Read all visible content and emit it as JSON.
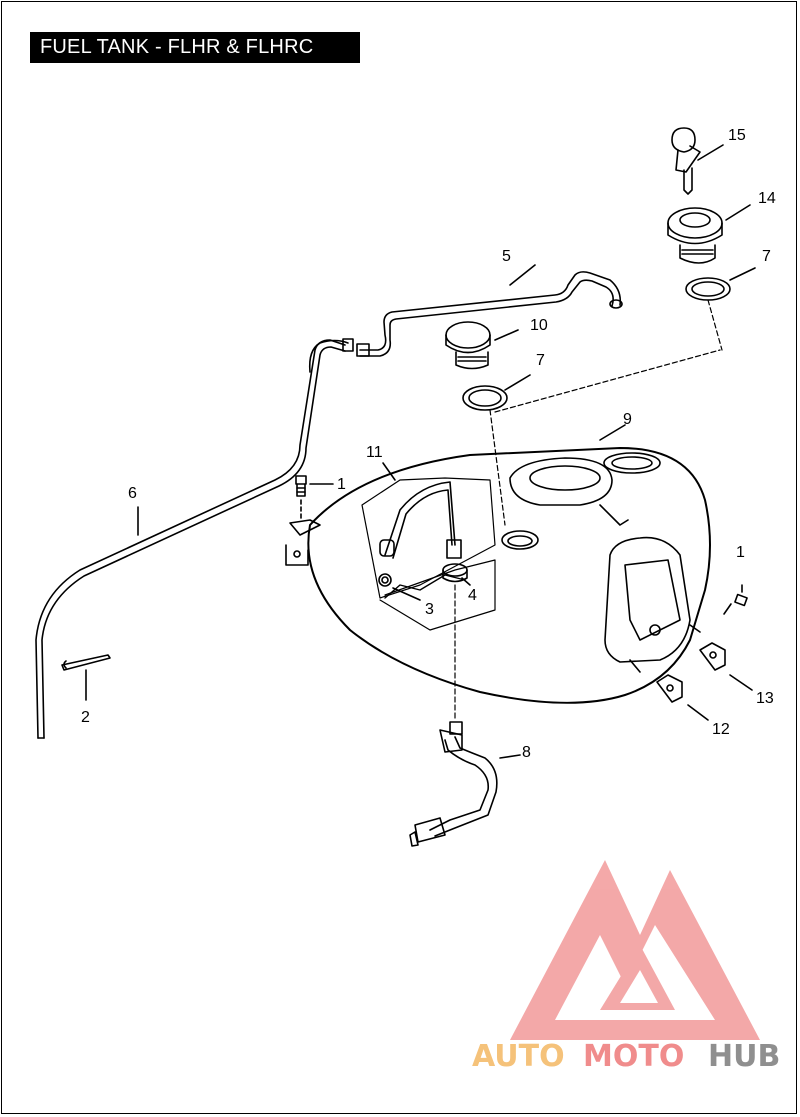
{
  "title": "FUEL TANK - FLHR & FLHRC",
  "callouts": {
    "c1a": "1",
    "c1b": "1",
    "c2": "2",
    "c3": "3",
    "c4": "4",
    "c5": "5",
    "c6": "6",
    "c7a": "7",
    "c7b": "7",
    "c8": "8",
    "c9": "9",
    "c10": "10",
    "c11": "11",
    "c12": "12",
    "c13": "13",
    "c14": "14",
    "c15": "15"
  },
  "watermark": {
    "word_auto": "AUTO",
    "word_moto": "MOTO",
    "word_hub": "HUB",
    "colors": {
      "auto": "#f5c27a",
      "moto": "#f08c8c",
      "hub": "#8f8f8f",
      "logo": "#f29a9a"
    }
  }
}
